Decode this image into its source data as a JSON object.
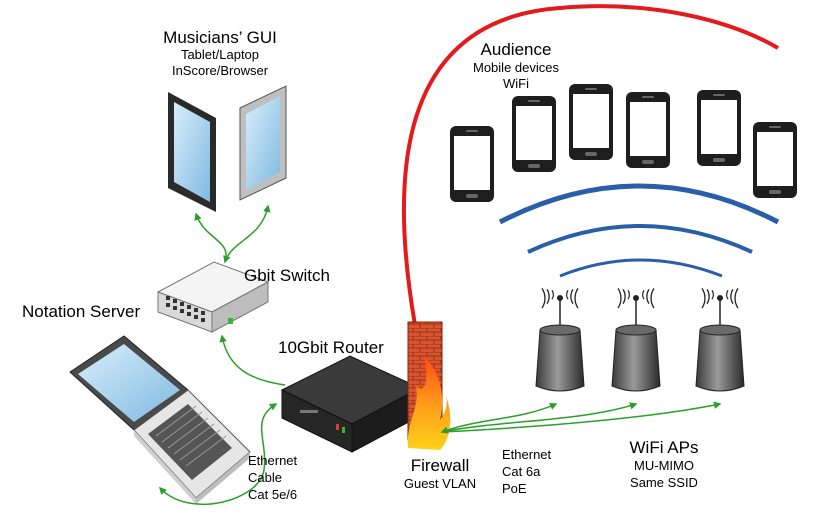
{
  "colors": {
    "link": "#2aa02a",
    "internet": "#e41a1c",
    "wifi": "#2a5fa8",
    "screen": "#a6d2ee",
    "device_dark": "#2b2b2b"
  },
  "musicians": {
    "title": "Musicians’ GUI",
    "line1": "Tablet/Laptop",
    "line2": "InScore/Browser"
  },
  "audience": {
    "title": "Audience",
    "line1": "Mobile devices",
    "line2": "WiFi",
    "phone_count": 6
  },
  "switch": {
    "label": "Gbit Switch"
  },
  "server": {
    "label": "Notation Server"
  },
  "router": {
    "label": "10Gbit Router"
  },
  "cable": {
    "line1": "Ethernet",
    "line2": "Cable",
    "line3": "Cat 5e/6"
  },
  "firewall": {
    "label": "Firewall",
    "sub": "Guest VLAN"
  },
  "ethernet": {
    "line1": "Ethernet",
    "line2": "Cat 6a",
    "line3": "PoE"
  },
  "aps": {
    "title": "WiFi APs",
    "line1": "MU-MIMO",
    "line2": "Same SSID",
    "count": 3
  }
}
